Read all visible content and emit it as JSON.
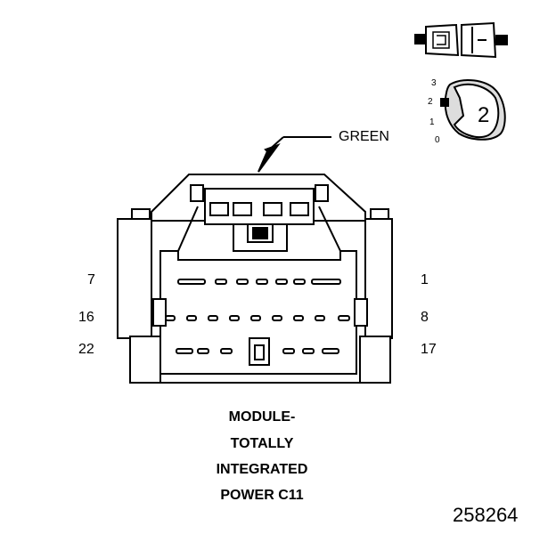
{
  "diagram": {
    "callout": "GREEN",
    "pin_labels": {
      "row1_left": "7",
      "row1_right": "1",
      "row2_left": "16",
      "row2_right": "8",
      "row3_left": "22",
      "row3_right": "17"
    },
    "caption": [
      "MODULE-",
      "TOTALLY",
      "INTEGRATED",
      "POWER C11"
    ],
    "figure_id": "258264",
    "view_indicator": {
      "scale": [
        "3",
        "2",
        "1",
        "0"
      ],
      "selected": "2"
    }
  }
}
